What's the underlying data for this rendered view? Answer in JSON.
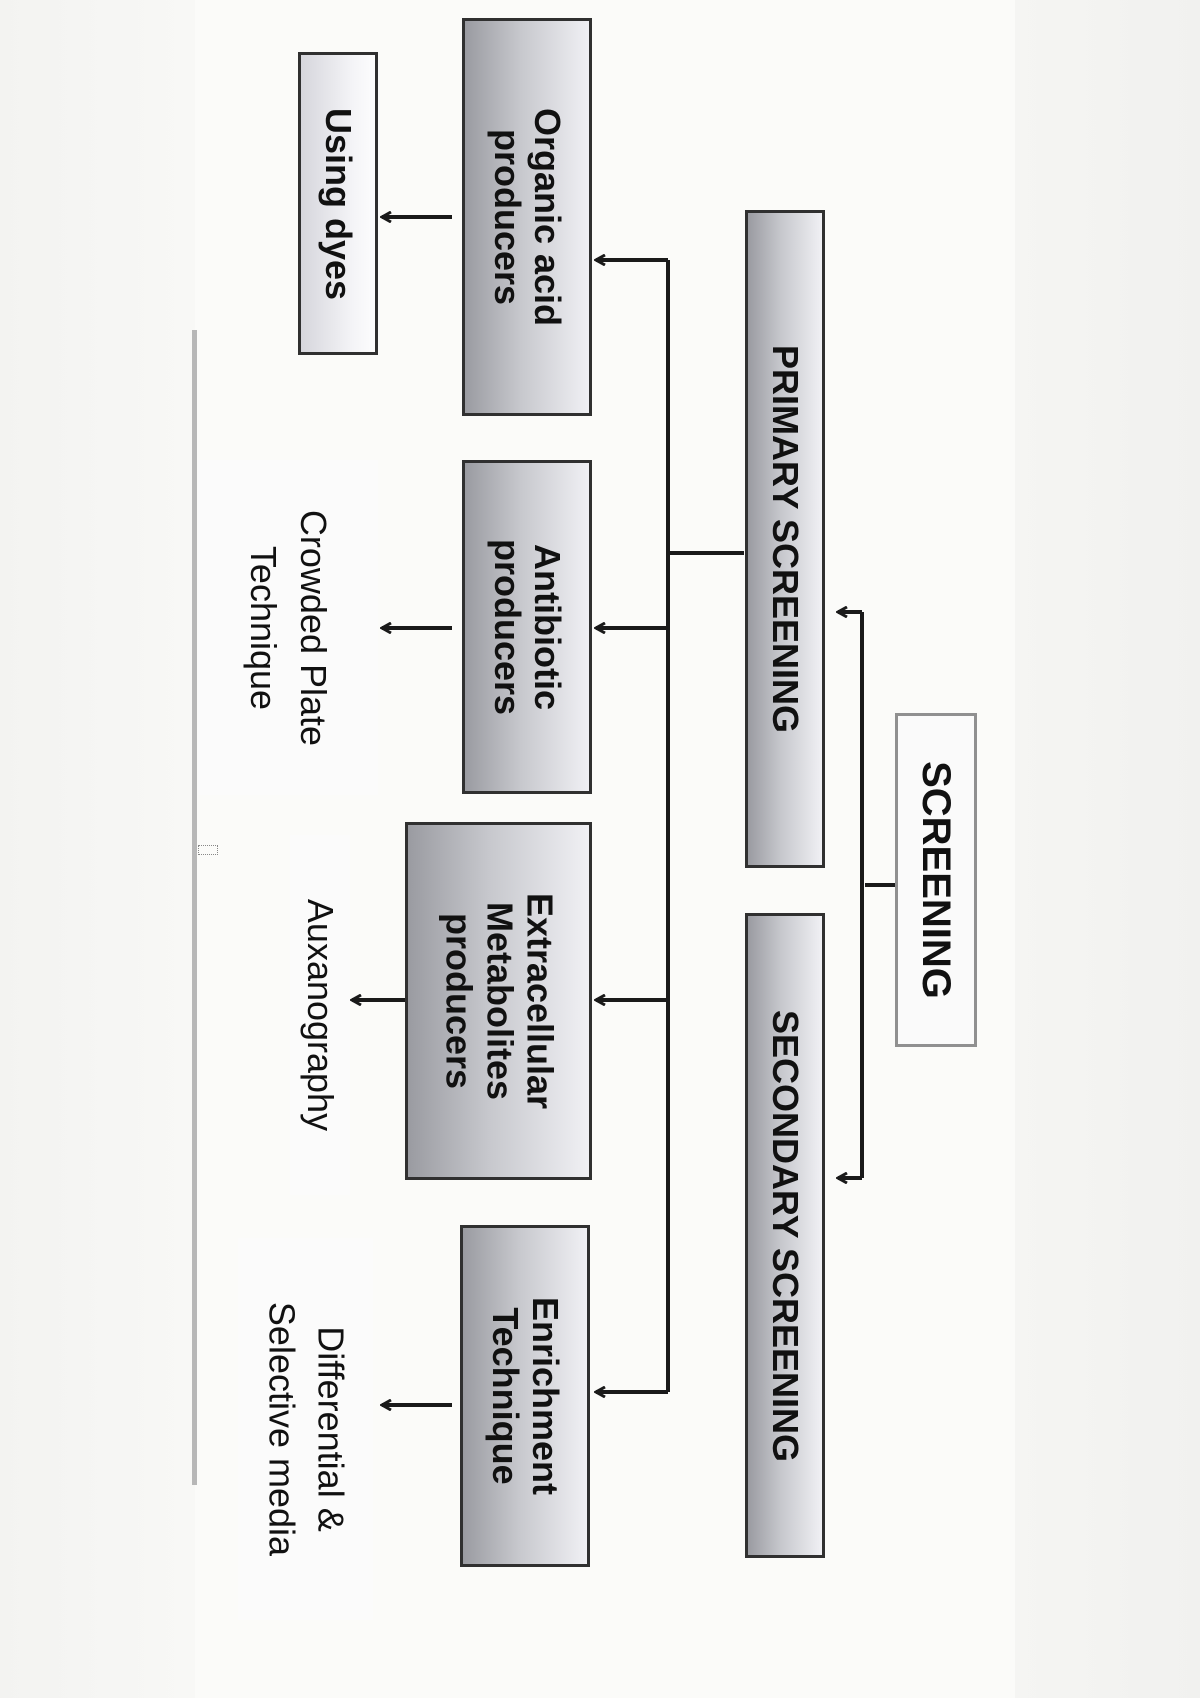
{
  "diagram": {
    "root": {
      "label": "SCREENING"
    },
    "screening_types": [
      {
        "label": "PRIMARY SCREENING"
      },
      {
        "label": "SECONDARY SCREENING"
      }
    ],
    "targets": [
      {
        "label": "Organic acid producers",
        "technique": "Using dyes"
      },
      {
        "label": "Antibiotic producers",
        "technique": "Crowded Plate Technique"
      },
      {
        "label": "Extracellular Metabolites producers",
        "technique": "Auxanography"
      },
      {
        "label": "Enrichment Technique",
        "technique": "Differential & Selective media"
      }
    ]
  },
  "colors": {
    "box_fill_dark": "#9a9ba1",
    "box_fill_light": "#f0f0f4",
    "border": "#303030",
    "line": "#1a1a1a"
  }
}
